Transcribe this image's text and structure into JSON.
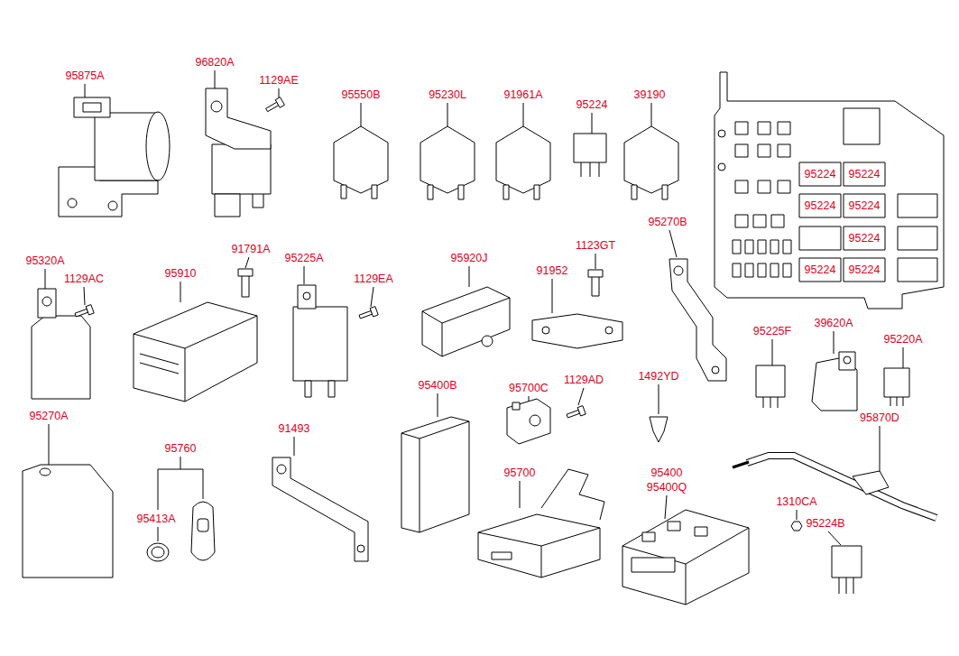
{
  "diagram": {
    "labels": [
      "95875A",
      "96820A",
      "1129AE",
      "95550B",
      "95230L",
      "91961A",
      "95224",
      "39190",
      "95224",
      "95224",
      "95224",
      "95224",
      "95224",
      "95224",
      "95224",
      "95270B",
      "95320A",
      "1129AC",
      "95910",
      "91791A",
      "95225A",
      "1129EA",
      "95920J",
      "1123GT",
      "91952",
      "95225F",
      "39620A",
      "95220A",
      "95400B",
      "95700C",
      "1129AD",
      "1492YD",
      "95870D",
      "95270A",
      "95760",
      "95413A",
      "91493",
      "95700",
      "95400",
      "95400Q",
      "1310CA",
      "95224B"
    ]
  }
}
